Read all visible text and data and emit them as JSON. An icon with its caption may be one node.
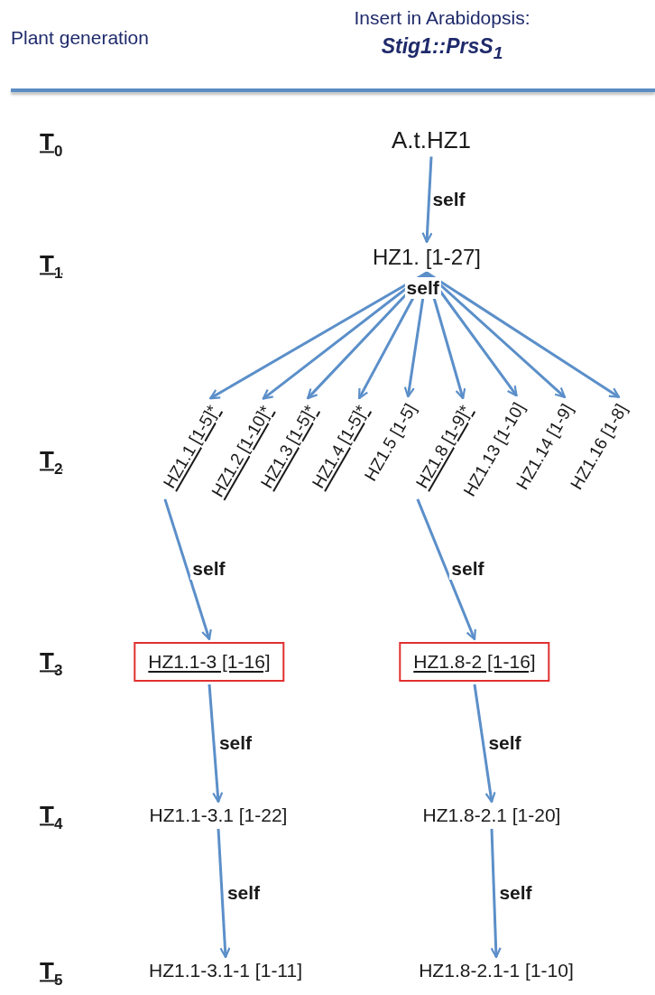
{
  "diagram": {
    "nodes": [
      {
        "text": [
          "A.t.HZ1"
        ]
      },
      {
        "text": [
          "HZ1. [1-27]"
        ]
      },
      {
        "text": [
          "HZ1.1 [1-5]*"
        ]
      },
      {
        "text": [
          "HZ1.2 [1-10]*"
        ]
      },
      {
        "text": [
          "HZ1.3 [1-5]*"
        ]
      },
      {
        "text": [
          "HZ1.4 [1-5]*"
        ]
      },
      {
        "text": [
          "HZ1.5 [1-5]"
        ]
      },
      {
        "text": [
          "HZ1.8 [1-9]*"
        ]
      },
      {
        "text": [
          "HZ1.13 [1-10]"
        ]
      },
      {
        "text": [
          "HZ1.14 [1-9]"
        ]
      },
      {
        "text": [
          "HZ1.16 [1-8]"
        ]
      },
      {
        "text": [
          "HZ1.1-3 [1-16]"
        ]
      },
      {
        "text": [
          "HZ1.8-2 [1-16]"
        ]
      },
      {
        "text": [
          "HZ1.1-3.1 [1-22]"
        ]
      },
      {
        "text": [
          "HZ1.8-2.1 [1-20]"
        ]
      },
      {
        "text": [
          "HZ1.1-3.1-1 [1-11]"
        ]
      },
      {
        "text": [
          "HZ1.8-2.1-1 [1-10]"
        ]
      }
    ],
    "edges": [
      {
        "from": 0,
        "to": 1,
        "arrow": "to",
        "label": "self"
      },
      {
        "from": 1,
        "to": 2,
        "arrow": "to"
      },
      {
        "from": 1,
        "to": 3,
        "arrow": "to"
      },
      {
        "from": 1,
        "to": 4,
        "arrow": "to"
      },
      {
        "from": 1,
        "to": 5,
        "arrow": "to"
      },
      {
        "from": 1,
        "to": 6,
        "arrow": "to",
        "label": "self"
      },
      {
        "from": 1,
        "to": 7,
        "arrow": "to"
      },
      {
        "from": 1,
        "to": 8,
        "arrow": "to"
      },
      {
        "from": 1,
        "to": 9,
        "arrow": "to"
      },
      {
        "from": 1,
        "to": 10,
        "arrow": "to"
      },
      {
        "from": 2,
        "to": 11,
        "arrow": "to",
        "label": "self"
      },
      {
        "from": 7,
        "to": 12,
        "arrow": "to",
        "label": "self"
      },
      {
        "from": 11,
        "to": 13,
        "arrow": "to",
        "label": "self"
      },
      {
        "from": 12,
        "to": 14,
        "arrow": "to",
        "label": "self"
      },
      {
        "from": 13,
        "to": 15,
        "arrow": "to",
        "label": "self"
      },
      {
        "from": 14,
        "to": 16,
        "arrow": "to",
        "label": "self"
      }
    ],
    "labels": [
      "Plant generation",
      "Insert in Arabidopsis:",
      "Stig1::PrsS$_{1}$",
      "T$_{0}$",
      "T$_{1}$",
      "T$_{2}$",
      "T$_{3}$",
      "T$_{4}$",
      "T$_{5}$"
    ]
  }
}
